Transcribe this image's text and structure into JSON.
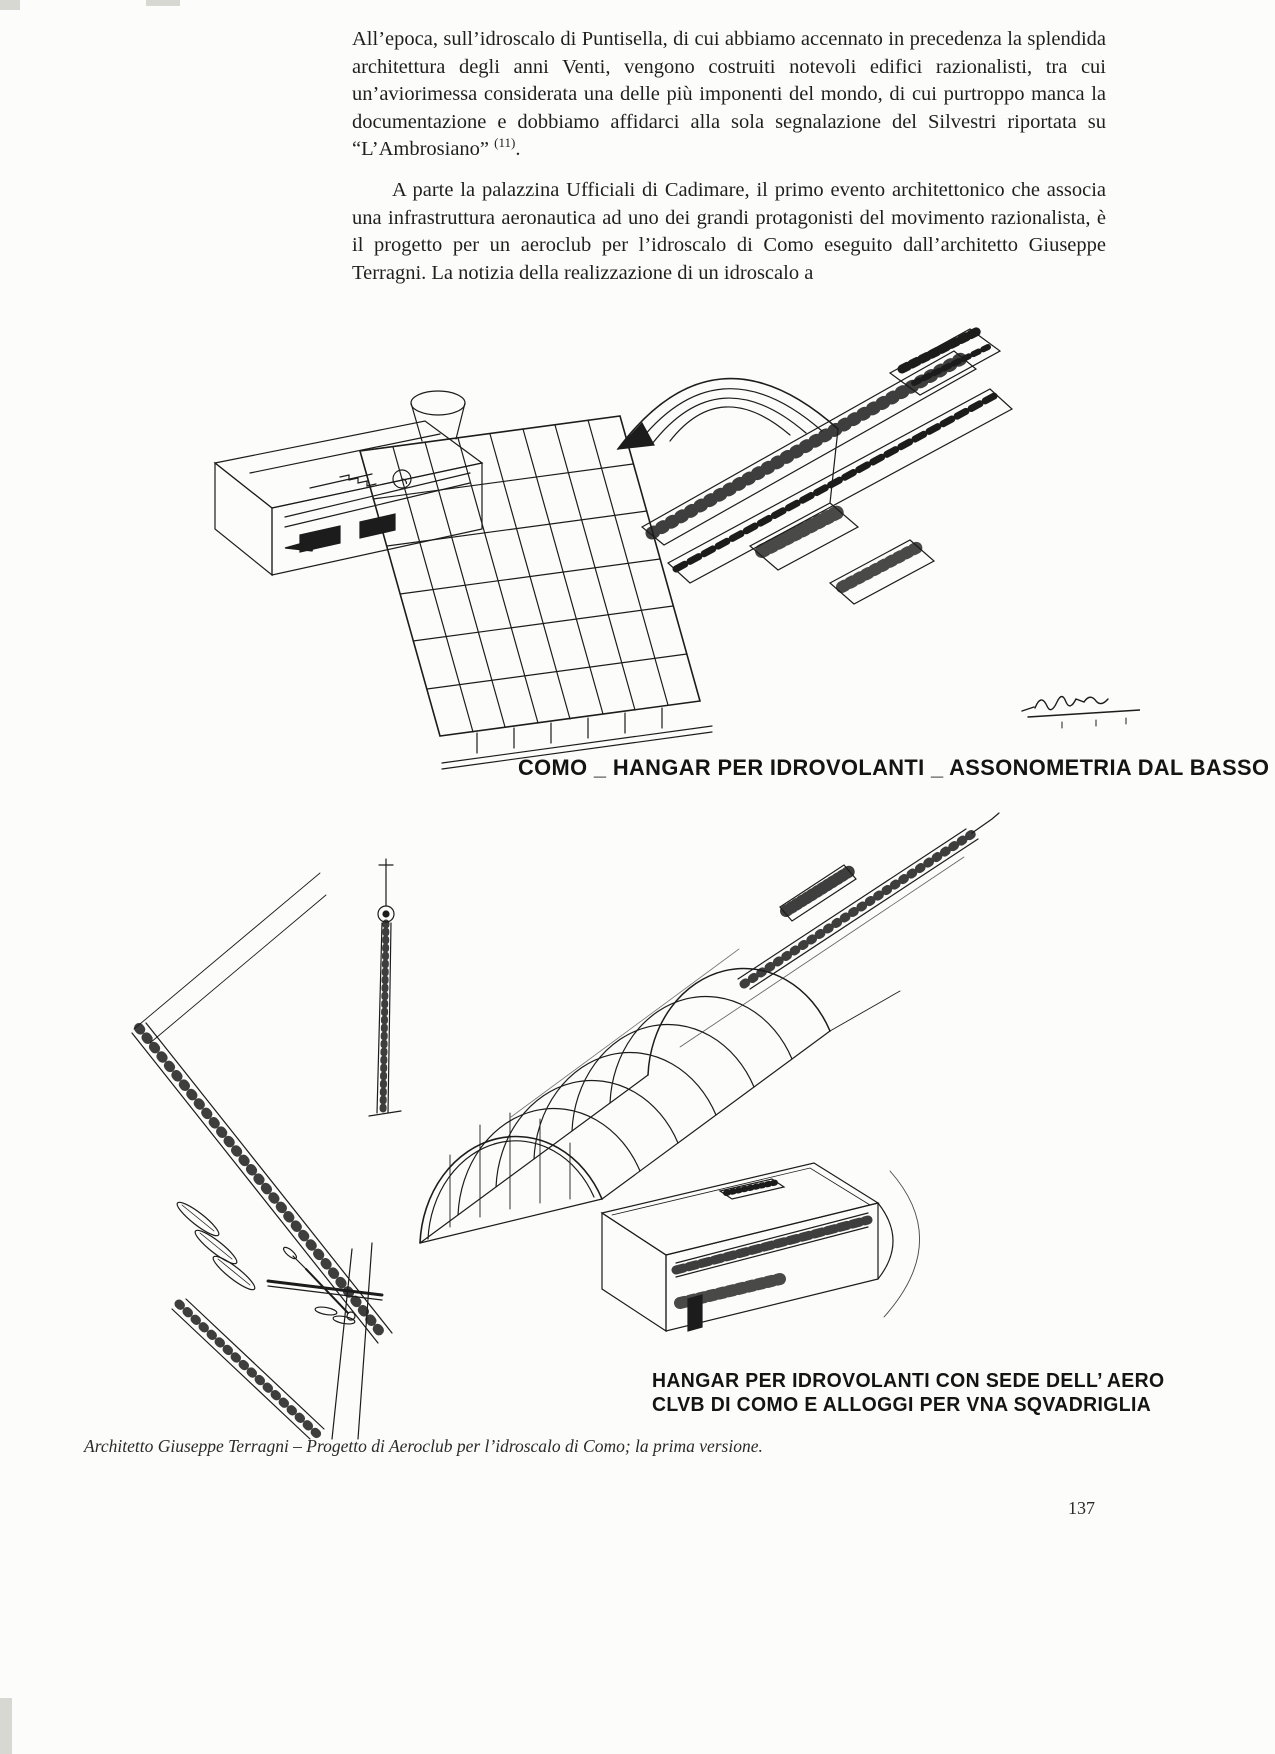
{
  "document": {
    "body_text": {
      "paragraph1": {
        "text": "All’epoca, sull’idroscalo di Puntisella, di cui abbiamo accennato in precedenza la splendida architettura degli anni Venti, vengono costruiti notevoli edifici razionalisti, tra cui un’aviorimessa considerata una delle più imponenti del mondo, di cui purtroppo manca la documentazione e dobbiamo affidarci alla sola segnalazione del Silvestri riportata su “L’Ambrosiano”",
        "footnote_marker": "(11)",
        "period": "."
      },
      "paragraph2": "A parte la palazzina Ufficiali di Cadimare, il primo evento architettonico che associa una infrastruttura aeronautica ad uno dei grandi protagonisti del movimento razionalista, è il progetto per un aeroclub per l’idroscalo di Como eseguito dall’architetto Giuseppe Terragni. La notizia della realizzazione di un idroscalo a"
    },
    "figure1": {
      "caption": "COMO _ HANGAR PER IDROVOLANTI _ ASSONOMETRIA DAL BASSO"
    },
    "figure2": {
      "caption_line1": "HANGAR PER IDROVOLANTI CON SEDE DELL’ AERO",
      "caption_line2": "CLVB DI COMO E ALLOGGI PER VNA SQVADRIGLIA"
    },
    "figure_caption": "Architetto Giuseppe Terragni – Progetto di Aeroclub per l’idroscalo di Como; la prima versione.",
    "page_number": "137"
  }
}
